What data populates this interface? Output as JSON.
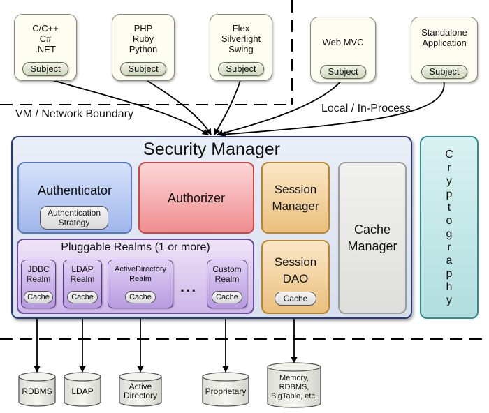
{
  "clients": [
    {
      "label": "C/C++\nC#\n.NET",
      "subject": "Subject"
    },
    {
      "label": "PHP\nRuby\nPython",
      "subject": "Subject"
    },
    {
      "label": "Flex\nSilverlight\nSwing",
      "subject": "Subject"
    },
    {
      "label": "Web MVC",
      "subject": "Subject"
    },
    {
      "label": "Standalone\nApplication",
      "subject": "Subject"
    }
  ],
  "boundaries": {
    "remote": "VM / Network Boundary",
    "local": "Local / In-Process"
  },
  "security_manager": {
    "title": "Security Manager",
    "authenticator": {
      "label": "Authenticator",
      "strategy": "Authentication\nStrategy"
    },
    "authorizer": "Authorizer",
    "session_manager": "Session\nManager",
    "session_dao": {
      "label": "Session\nDAO",
      "cache": "Cache"
    },
    "cache_manager": "Cache\nManager",
    "realms": {
      "title": "Pluggable Realms (1 or more)",
      "items": [
        {
          "label": "JDBC\nRealm",
          "cache": "Cache"
        },
        {
          "label": "LDAP\nRealm",
          "cache": "Cache"
        },
        {
          "label": "ActiveDirectory\nRealm",
          "cache": "Cache"
        },
        {
          "label": "Custom\nRealm",
          "cache": "Cache"
        }
      ],
      "ellipsis": "..."
    }
  },
  "cryptography": [
    "C",
    "r",
    "y",
    "p",
    "t",
    "o",
    "g",
    "r",
    "a",
    "p",
    "h",
    "y"
  ],
  "datastores": [
    "RDBMS",
    "LDAP",
    "Active\nDirectory",
    "Proprietary",
    "Memory,\nRDBMS,\nBigTable, etc."
  ]
}
